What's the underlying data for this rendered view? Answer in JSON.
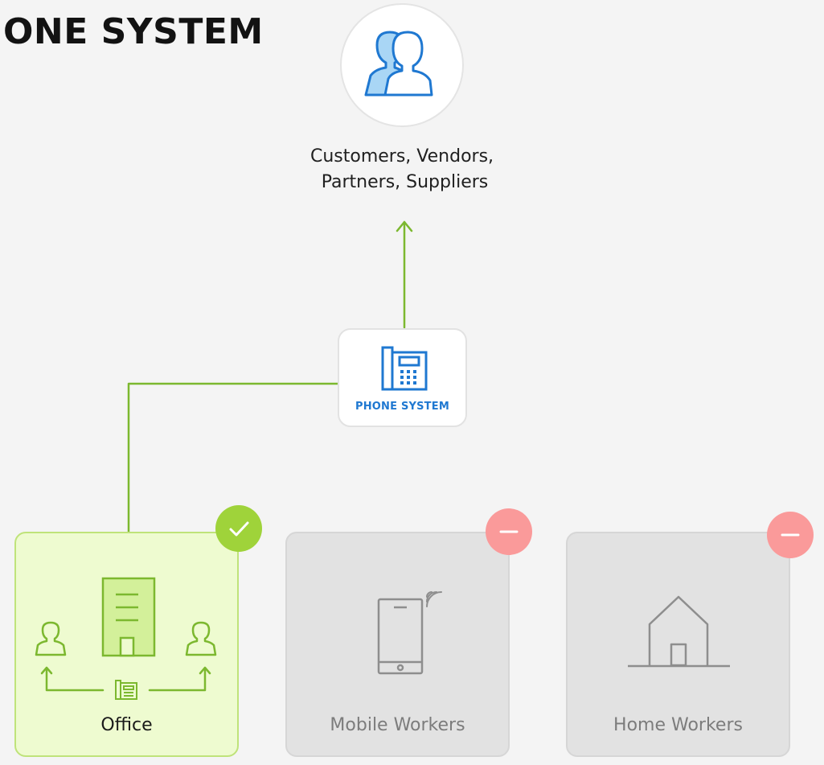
{
  "title": "ONE SYSTEM",
  "customers": {
    "line1": "Customers, Vendors,",
    "line2": " Partners, Suppliers",
    "icon": "people-icon"
  },
  "phone_system": {
    "label": "PHONE SYSTEM",
    "icon": "desk-phone-icon"
  },
  "cards": {
    "office": {
      "label": "Office",
      "status": "enabled",
      "badge_icon": "check-icon"
    },
    "mobile": {
      "label": "Mobile Workers",
      "status": "disabled",
      "badge_icon": "minus-icon"
    },
    "home": {
      "label": "Home Workers",
      "status": "disabled",
      "badge_icon": "minus-icon"
    }
  },
  "colors": {
    "connector_green": "#7cb82f",
    "accent_blue": "#1f78d1",
    "icon_blue_fill": "#a9d6f5",
    "check_green": "#9fd33a",
    "disabled_red": "#fa9a9a",
    "office_bg": "#eefbd0",
    "disabled_bg": "#e2e2e2"
  }
}
